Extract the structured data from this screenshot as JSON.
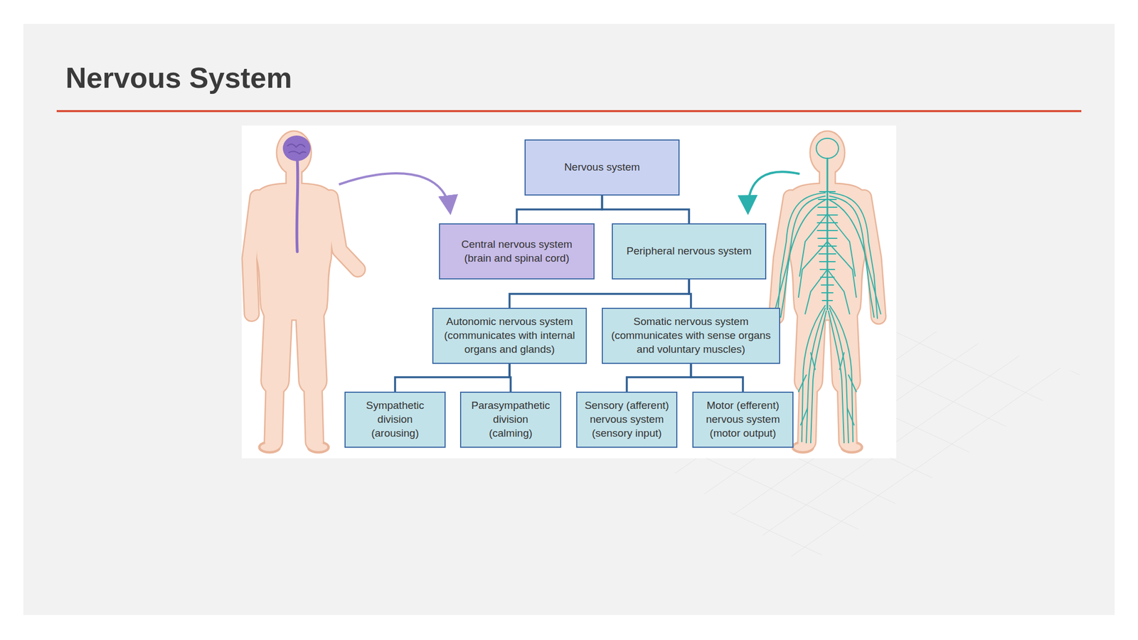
{
  "diagram": {
    "title": "Nervous System",
    "nodes": [
      {
        "text": [
          "Nervous system"
        ]
      },
      {
        "text": [
          "Central nervous system (brain and spinal cord)"
        ]
      },
      {
        "text": [
          "Peripheral nervous system"
        ]
      },
      {
        "text": [
          "Autonomic nervous system (communicates with internal organs and glands)"
        ]
      },
      {
        "text": [
          "Somatic nervous system (communicates with sense organs and voluntary muscles)"
        ]
      },
      {
        "text": [
          "Sympathetic division (arousing)"
        ]
      },
      {
        "text": [
          "Parasympathetic division (calming)"
        ]
      },
      {
        "text": [
          "Sensory (afferent) nervous system (sensory input)"
        ]
      },
      {
        "text": [
          "Motor (efferent) nervous system (motor output)"
        ]
      }
    ],
    "edges": [
      {
        "from": 0,
        "to": 1,
        "arrow": "none"
      },
      {
        "from": 0,
        "to": 2,
        "arrow": "none"
      },
      {
        "from": 2,
        "to": 3,
        "arrow": "none"
      },
      {
        "from": 2,
        "to": 4,
        "arrow": "none"
      },
      {
        "from": 3,
        "to": 5,
        "arrow": "none"
      },
      {
        "from": 3,
        "to": 6,
        "arrow": "none"
      },
      {
        "from": 4,
        "to": 7,
        "arrow": "none"
      },
      {
        "from": 4,
        "to": 8,
        "arrow": "none"
      }
    ]
  }
}
